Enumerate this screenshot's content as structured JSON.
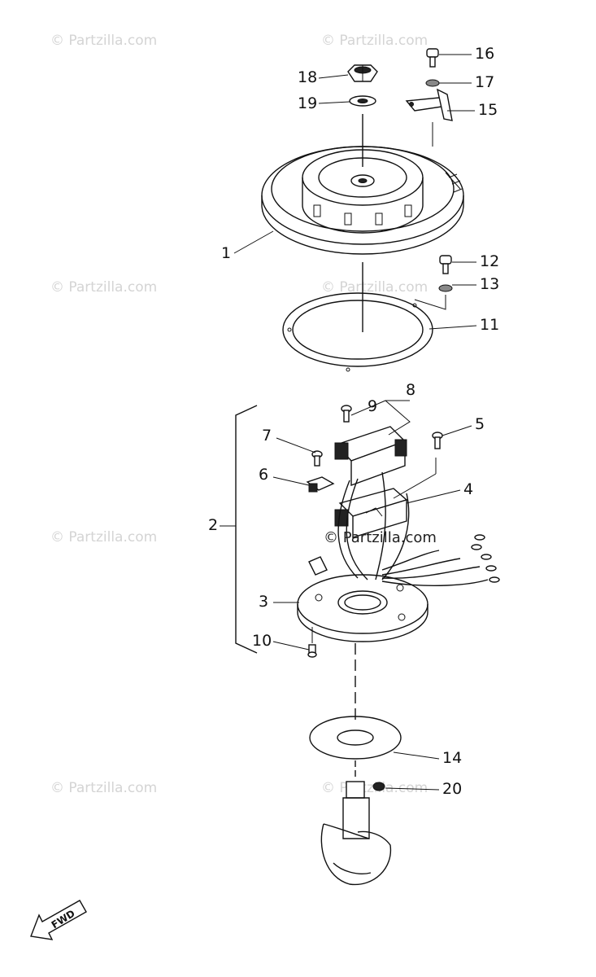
{
  "watermark": "© Partzilla.com",
  "center_watermark": "© Partzilla.com",
  "callouts": {
    "c1": "1",
    "c2": "2",
    "c3": "3",
    "c4": "4",
    "c5": "5",
    "c6": "6",
    "c7": "7",
    "c8": "8",
    "c9": "9",
    "c10": "10",
    "c11": "11",
    "c12": "12",
    "c13": "13",
    "c14": "14",
    "c15": "15",
    "c16": "16",
    "c17": "17",
    "c18": "18",
    "c19": "19",
    "c20": "20"
  },
  "fwd_label": "FWD"
}
